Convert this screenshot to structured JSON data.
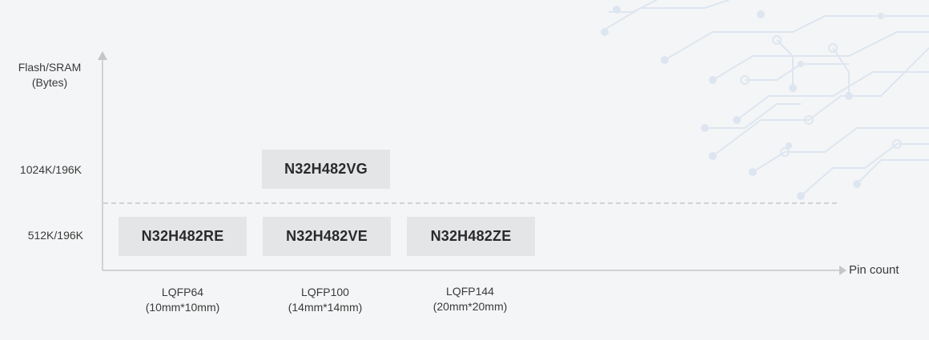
{
  "theme": {
    "background": "#f4f5f6",
    "axis_color": "#c4c6c9",
    "chip_background": "#e4e5e7",
    "text_color": "#2a2a2a",
    "decoration_color": "#dde6f0"
  },
  "decoration": "circuit-board-pattern",
  "chart_data": {
    "type": "table",
    "ylabel_line1": "Flash/SRAM",
    "ylabel_line2": "(Bytes)",
    "xlabel": "Pin count",
    "y_categories": [
      "512K/196K",
      "1024K/196K"
    ],
    "x_categories": [
      {
        "line1": "LQFP64",
        "line2": "(10mm*10mm)"
      },
      {
        "line1": "LQFP100",
        "line2": "(14mm*14mm)"
      },
      {
        "line1": "LQFP144",
        "line2": "(20mm*20mm)"
      }
    ],
    "cells": [
      {
        "label": "N32H482RE",
        "x": 0,
        "y": 0
      },
      {
        "label": "N32H482VE",
        "x": 1,
        "y": 0
      },
      {
        "label": "N32H482ZE",
        "x": 2,
        "y": 0
      },
      {
        "label": "N32H482VG",
        "x": 1,
        "y": 1
      }
    ],
    "divider": "dashed"
  }
}
